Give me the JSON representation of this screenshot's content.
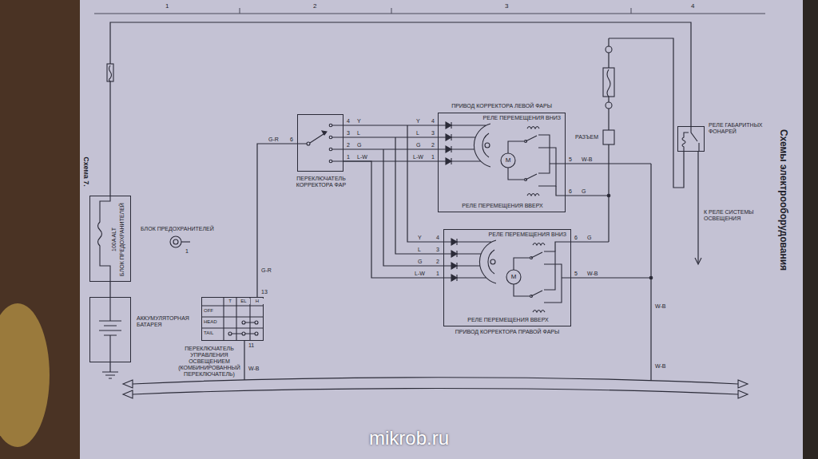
{
  "diagram": {
    "nodes": [
      {
        "text": [
          "БЛОК ПРЕДОХРАНИТЕЛЕЙ",
          "100A ALT"
        ]
      },
      {
        "text": [
          "АККУМУЛЯТОРНАЯ БАТАРЕЯ"
        ]
      },
      {
        "text": [
          "ПЕРЕКЛЮЧАТЕЛЬ КОРРЕКТОРА ФАР"
        ]
      },
      {
        "text": [
          "ПЕРЕКЛЮЧАТЕЛЬ УПРАВЛЕНИЯ ОСВЕЩЕНИЕМ (КОМБИНИРОВАННЫЙ ПЕРЕКЛЮЧАТЕЛЬ)"
        ]
      },
      {
        "text": [
          "ПРИВОД КОРРЕКТОРА ЛЕВОЙ ФАРЫ",
          "РЕЛЕ ПЕРЕМЕЩЕНИЯ ВНИЗ",
          "РЕЛЕ ПЕРЕМЕЩЕНИЯ ВВЕРХ"
        ]
      },
      {
        "text": [
          "РЕЛЕ ПЕРЕМЕЩЕНИЯ ВНИЗ",
          "РЕЛЕ ПЕРЕМЕЩЕНИЯ ВВЕРХ",
          "ПРИВОД КОРРЕКТОРА ПРАВОЙ ФАРЫ"
        ]
      },
      {
        "text": [
          "РЕЛЕ ГАБАРИТНЫХ ФОНАРЕЙ"
        ]
      }
    ],
    "edges": [
      {
        "from": 0,
        "to": 1,
        "arrow": "none"
      },
      {
        "from": 3,
        "to": 2,
        "label": "G-R",
        "arrow": "none"
      },
      {
        "from": 2,
        "to": 4,
        "label": "L-W",
        "arrow": "none"
      },
      {
        "from": 2,
        "to": 5,
        "label": "L-W",
        "arrow": "none"
      }
    ],
    "labels": [
      "Схемы электрооборудования",
      "Схема 7.",
      "1",
      "2",
      "3",
      "4",
      "БЛОК ПРЕДОХРАНИТЕЛЕЙ",
      "1",
      "6",
      "G-R",
      "4",
      "Y",
      "3",
      "L",
      "2",
      "G",
      "1",
      "L-W",
      "Y",
      "4",
      "L",
      "3",
      "G",
      "2",
      "1",
      "Y",
      "4",
      "L",
      "3",
      "G",
      "2",
      "1",
      "M",
      "M",
      "5",
      "W-B",
      "6",
      "G",
      "6",
      "G",
      "5",
      "W-B",
      "РАЗЪЕМ",
      "К РЕЛЕ СИСТЕМЫ ОСВЕЩЕНИЯ",
      "T",
      "EL",
      "H",
      "OFF",
      "HEAD",
      "TAIL",
      "13",
      "11",
      "W-B",
      "W-B",
      "W-B",
      "mikrob.ru"
    ]
  }
}
